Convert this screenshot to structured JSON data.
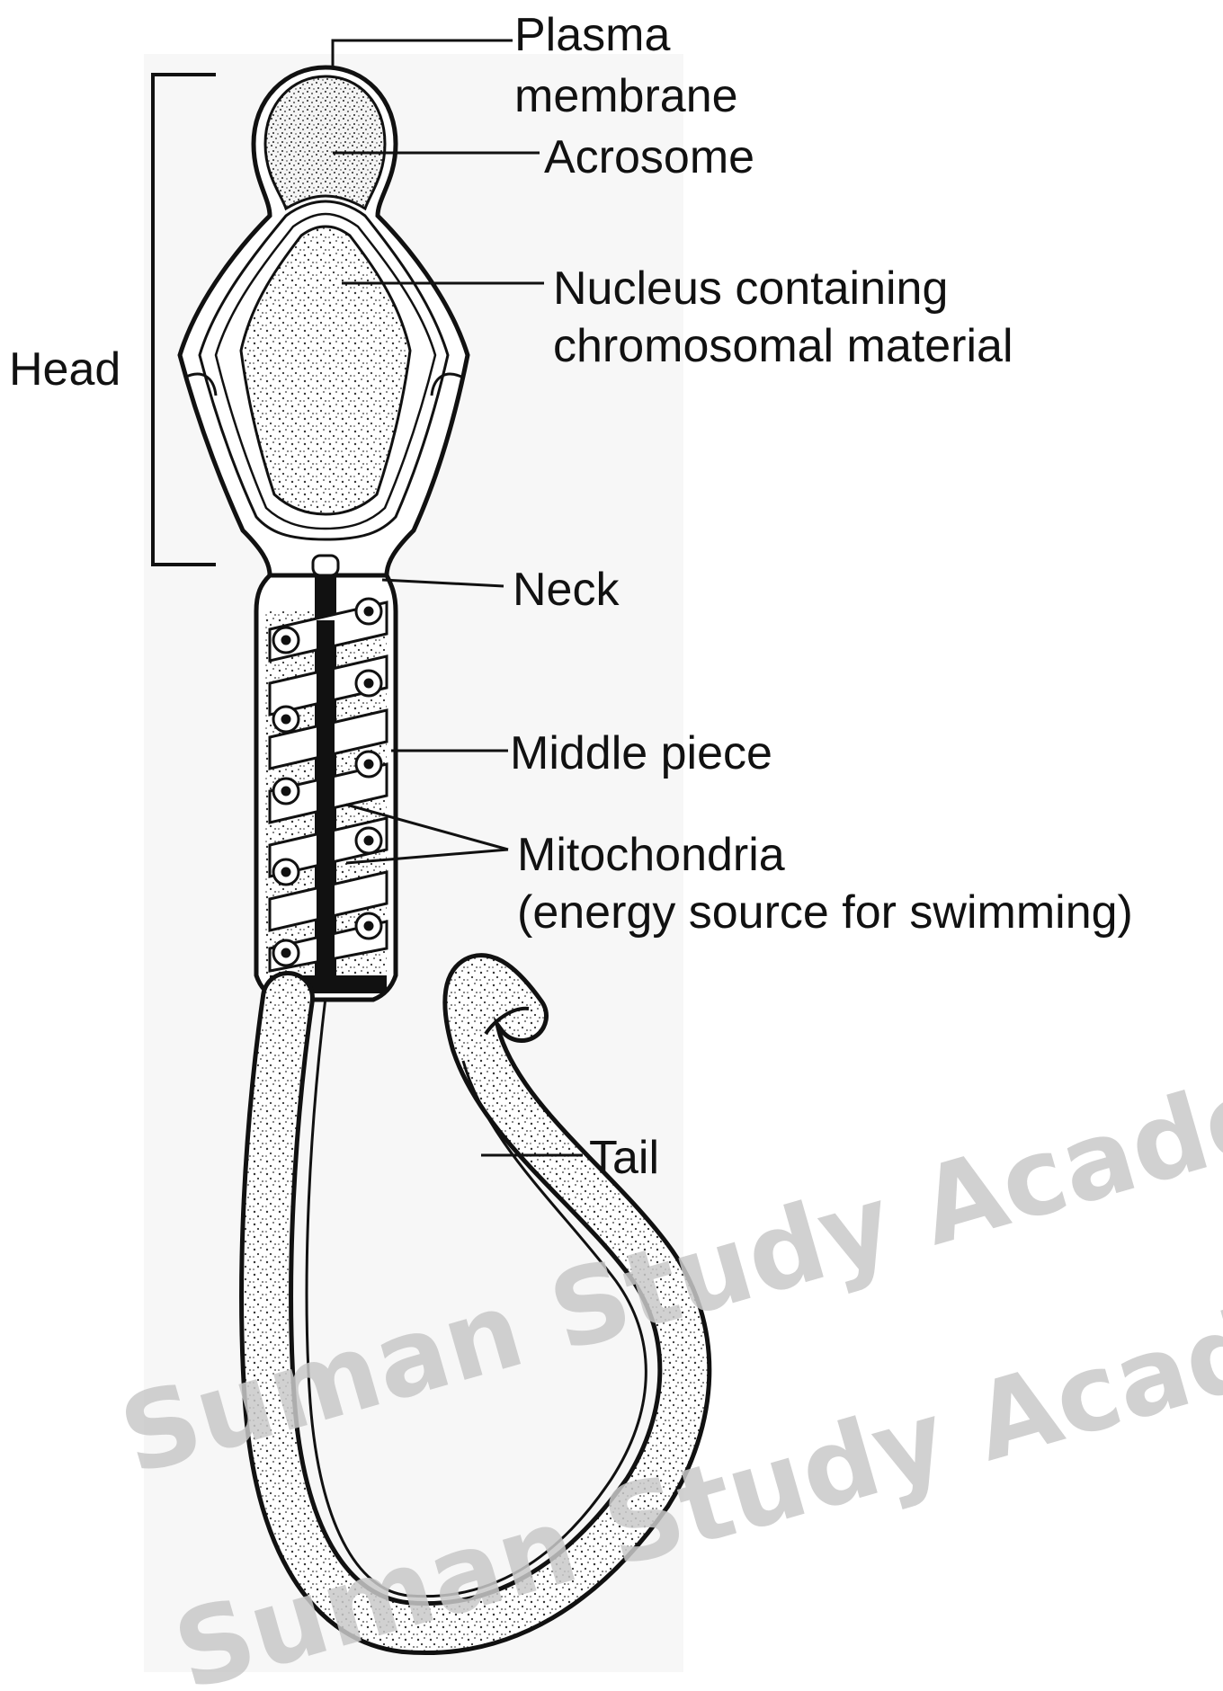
{
  "diagram": {
    "labels": {
      "plasma_membrane_1": "Plasma",
      "plasma_membrane_2": "membrane",
      "acrosome": "Acrosome",
      "nucleus_1": "Nucleus containing",
      "nucleus_2": "chromosomal material",
      "head": "Head",
      "neck": "Neck",
      "middle_piece": "Middle piece",
      "mitochondria_1": "Mitochondria",
      "mitochondria_2": "(energy source for swimming)",
      "tail": "Tail"
    },
    "watermark": {
      "line_1": "Suman Study Academy",
      "line_2": "Suman Study Academy"
    }
  }
}
